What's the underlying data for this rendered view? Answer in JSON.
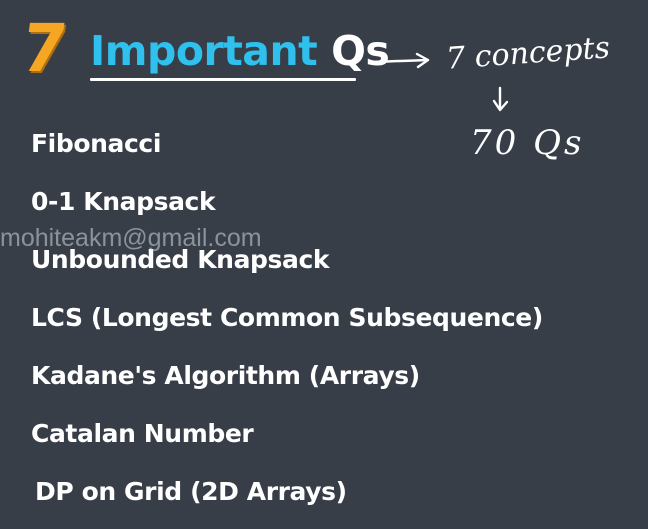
{
  "slide": {
    "number": "7",
    "title_accent": "Important",
    "title_rest": "Qs",
    "annotation_concepts": "7 concepts",
    "annotation_qs": "70 Qs",
    "watermark": "mohiteakm@gmail.com",
    "items": [
      "Fibonacci",
      "0-1 Knapsack",
      "Unbounded Knapsack",
      "LCS (Longest Common Subsequence)",
      "Kadane's Algorithm (Arrays)",
      "Catalan Number",
      "DP on Grid (2D Arrays)"
    ]
  },
  "colors": {
    "background": "#383e47",
    "number": "#f5a623",
    "accent": "#2fc0ee",
    "text": "#ffffff"
  }
}
